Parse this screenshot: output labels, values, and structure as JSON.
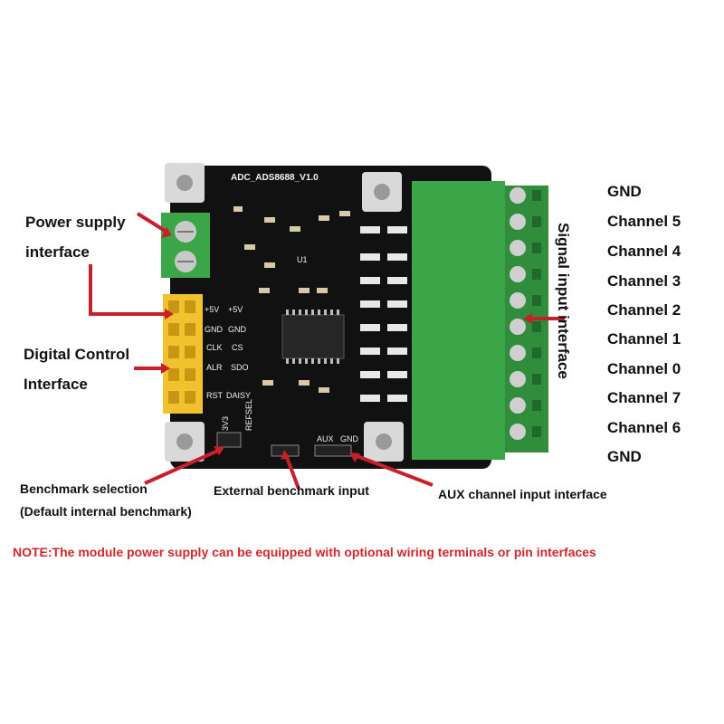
{
  "board": {
    "name": "ADC_ADS8688_V1.0",
    "pin_header_labels": [
      "+5V",
      "+5V",
      "GND",
      "GND",
      "CLK",
      "CS",
      "ALR",
      "SDO",
      "RST",
      "DAISY"
    ],
    "refsel_label": "REFSEL",
    "v33_label": "3V3",
    "aux_label": "AUX",
    "gnd_label": "GND",
    "u1_label": "U1"
  },
  "annotations": {
    "power_supply_line1": "Power supply",
    "power_supply_line2": "interface",
    "digital_control_line1": "Digital Control",
    "digital_control_line2": "Interface",
    "signal_input": "Signal input interface",
    "benchmark_line1": "Benchmark selection",
    "benchmark_line2": "(Default internal benchmark)",
    "external_benchmark": "External benchmark input",
    "aux_channel": "AUX channel input interface"
  },
  "channels": [
    "GND",
    "Channel 5",
    "Channel 4",
    "Channel 3",
    "Channel 2",
    "Channel 1",
    "Channel 0",
    "Channel 7",
    "Channel 6",
    "GND"
  ],
  "note": "NOTE:The module power supply can be equipped with optional wiring terminals or pin interfaces",
  "colors": {
    "pcb": "#111111",
    "terminal_green": "#3aa648",
    "header_yellow": "#f2c12e",
    "arrow_red": "#c8202a",
    "note_red": "#d4262b"
  }
}
